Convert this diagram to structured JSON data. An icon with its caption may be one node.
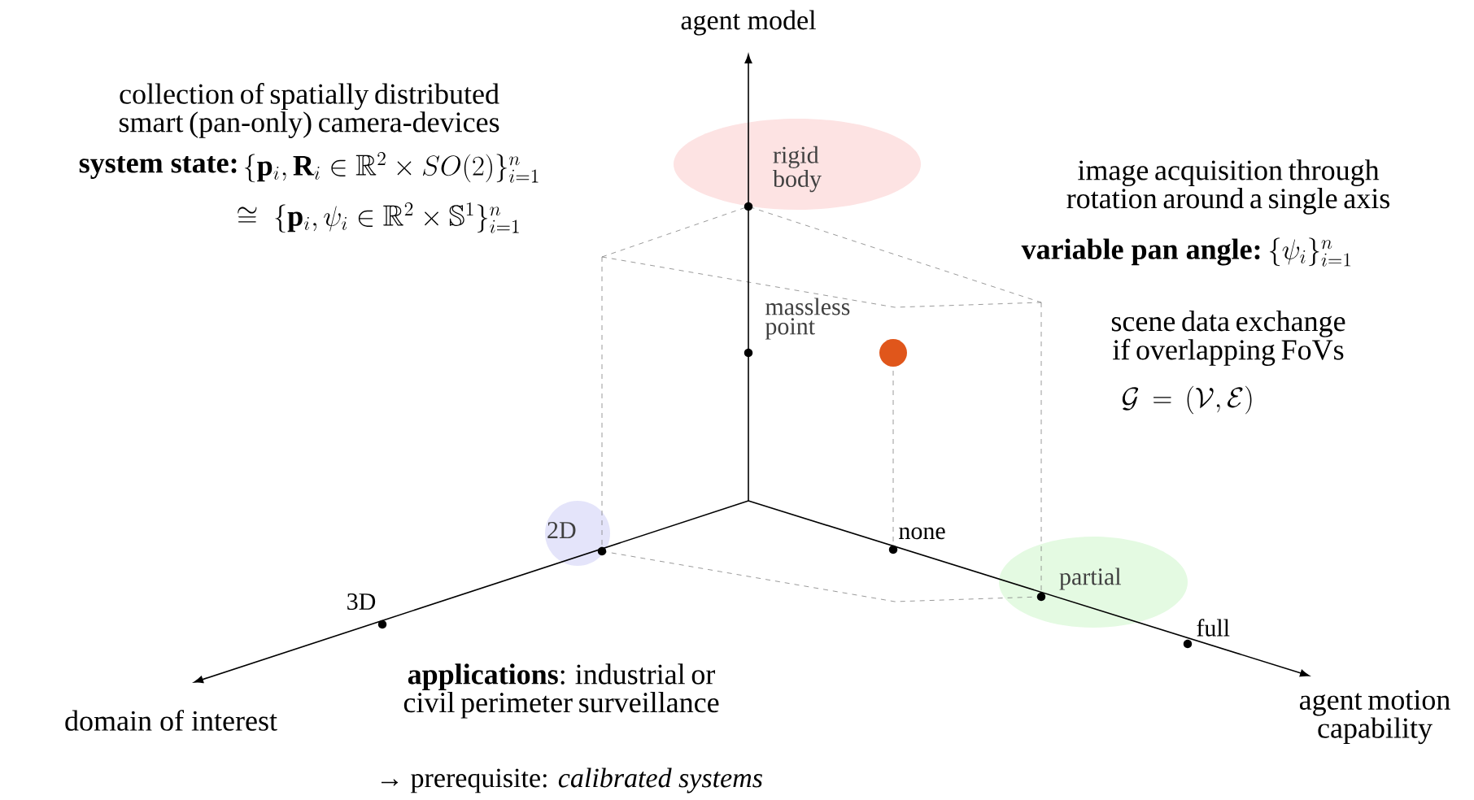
{
  "diagram": {
    "nodes": [
      {
        "text": [
          "rigid body"
        ]
      },
      {
        "text": [
          "2D"
        ]
      },
      {
        "text": [
          "partial"
        ]
      }
    ],
    "labels": [
      "agent model",
      "collection of spatially distributed smart (pan-only) camera-devices",
      "system state:",
      "\\{\\mathbf{p}_i, \\mathbf{R}_i \\in \\mathbb{R}^2 \\times SO(2)\\}_{i=1}^n",
      "\\cong\\ \\{\\mathbf{p}_i, \\psi_i \\in \\mathbb{R}^2 \\times \\mathbb{S}^1\\}_{i=1}^n",
      "image acquisition through rotation around a single axis",
      "variable pan angle:",
      "\\{\\psi_i\\}_{i=1}^n",
      "massless point",
      "scene data exchange if overlapping FoVs",
      "\\mathcal{G}\\,=\\,(\\mathcal{V},\\mathcal{E})",
      "none",
      "3D",
      "full",
      "**applications**: industrial or civil perimeter surveillance",
      "domain of interest",
      "agent motion capability",
      "→ prerequisite: *calibrated systems*"
    ]
  }
}
